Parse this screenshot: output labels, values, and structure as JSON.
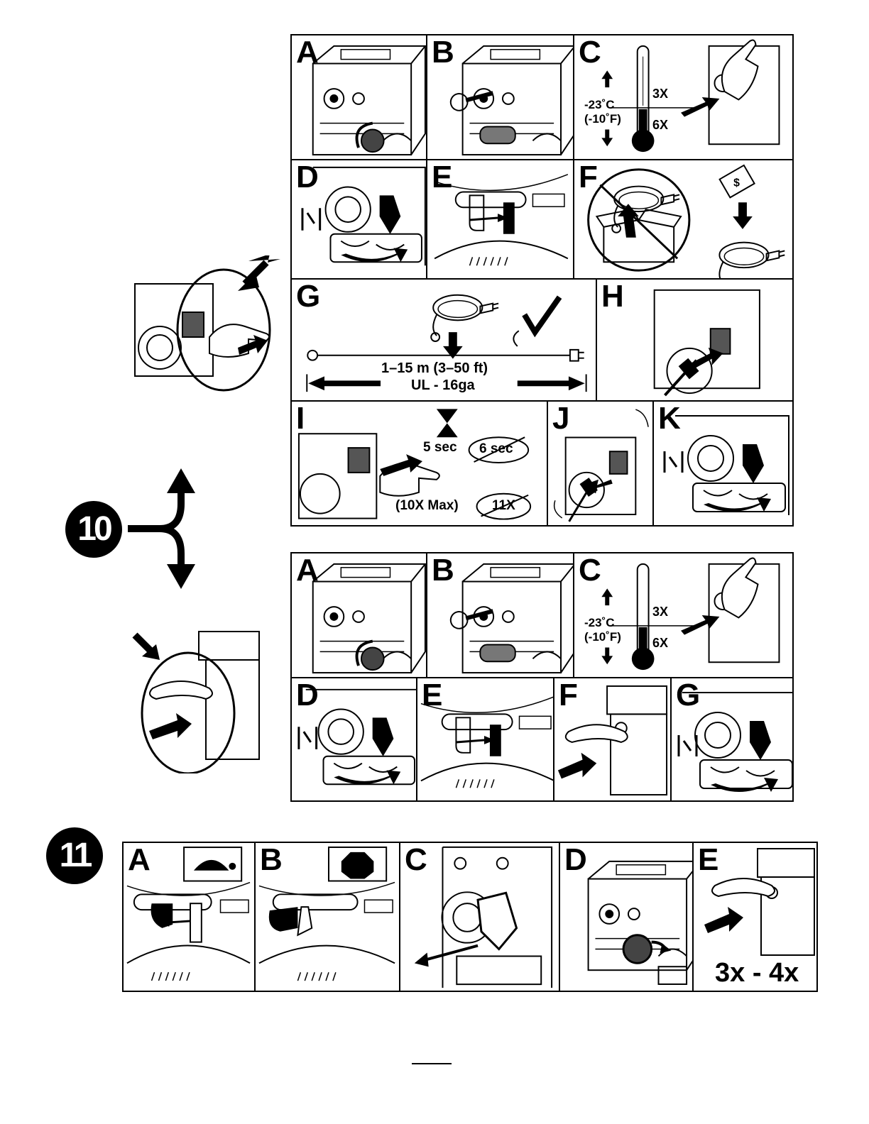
{
  "steps": {
    "step10": {
      "number": "10",
      "electric_start": {
        "panels": [
          "A",
          "B",
          "C",
          "D",
          "E",
          "F",
          "G",
          "H",
          "I",
          "J",
          "K"
        ],
        "c_temp_c": "-23˚C",
        "c_temp_f": "(-10˚F)",
        "c_above": "3X",
        "c_below": "6X",
        "g_length": "1–15 m  (3–50 ft)",
        "g_gauge": "UL - 16ga",
        "i_wait": "5 sec",
        "i_wait_crossed": "6 sec",
        "i_max": "(10X Max)",
        "i_max_crossed": "11X"
      },
      "recoil_start": {
        "panels": [
          "A",
          "B",
          "C",
          "D",
          "E",
          "F",
          "G"
        ],
        "c_temp_c": "-23˚C",
        "c_temp_f": "(-10˚F)",
        "c_above": "3X",
        "c_below": "6X"
      }
    },
    "step11": {
      "number": "11",
      "panels": [
        "A",
        "B",
        "C",
        "D",
        "E"
      ],
      "e_pulls": "3x - 4x"
    }
  },
  "icons": [
    "engine-icon",
    "key-icon",
    "thermometer-icon",
    "primer-button-icon",
    "choke-icon",
    "extension-cord-icon",
    "power-outlet-icon",
    "starter-button-icon",
    "hourglass-icon",
    "recoil-handle-icon",
    "turtle-icon",
    "stop-sign-icon",
    "money-icon",
    "box-icon",
    "arrow-icon",
    "checkmark-icon"
  ]
}
